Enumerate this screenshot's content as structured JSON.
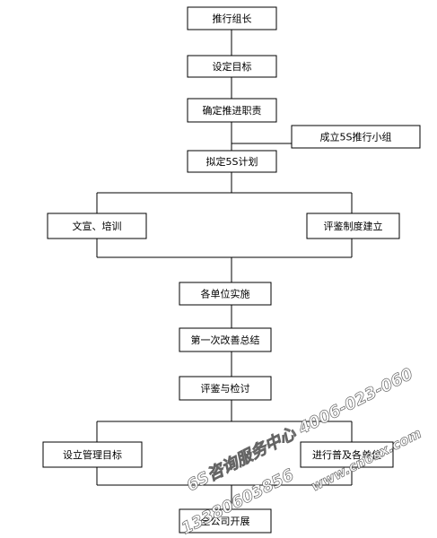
{
  "flow": {
    "recommend_leader": "推行组长",
    "set_goals": "设定目标",
    "define_duties": "确定推进职责",
    "form_team": "成立5S推行小组",
    "draft_plan": "拟定5S计划",
    "promo_training": "文宣、培训",
    "evaluation_system": "评鉴制度建立",
    "unit_implementation": "各单位实施",
    "first_improvement_summary": "第一次改善总结",
    "evaluation_review": "评鉴与检讨",
    "set_management_goals": "设立管理目标",
    "rollout_units": "进行普及各单位",
    "company_wide": "全公司开展"
  },
  "watermark": {
    "line1": "6S咨询服务中心 4006-023-060",
    "line2": "13380603856",
    "line3": "www.cn6sx.com"
  }
}
